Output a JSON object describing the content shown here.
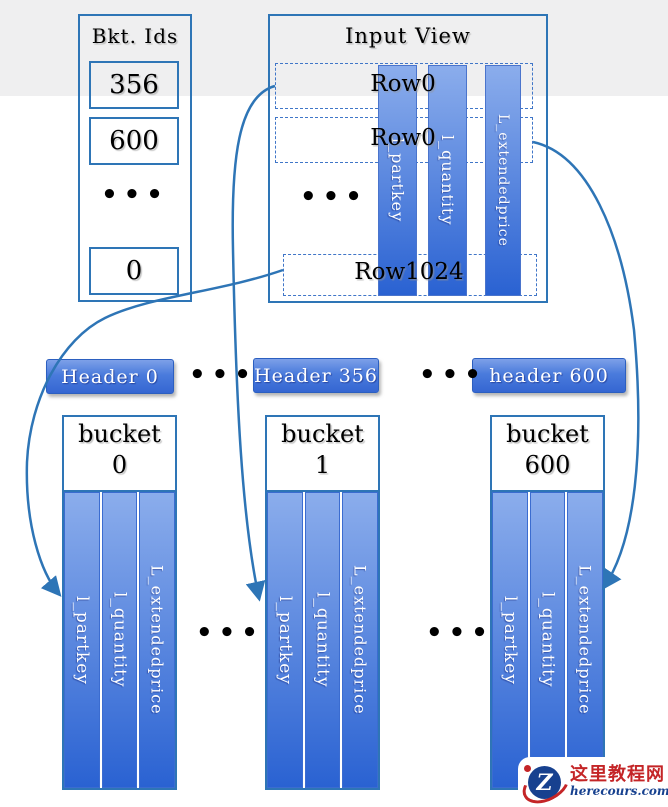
{
  "colors": {
    "accent_border": "#2e75b6",
    "dashed_border": "#4076c8",
    "curve_blue": "#2e75b6",
    "column_gradient_top": "#8badec",
    "column_gradient_bottom": "#2a62d2",
    "header_gradient_top": "#7da0e8",
    "header_gradient_bottom": "#3566d2",
    "gray_band": "#efeff0",
    "watermark_red": "#c42527",
    "watermark_navy": "#17418f"
  },
  "ellipsis": "•••",
  "bkt_ids": {
    "title": "Bkt. Ids",
    "ids": [
      "356",
      "600",
      "0"
    ]
  },
  "input_view": {
    "title": "Input View",
    "rows": [
      "Row0",
      "Row0",
      "Row1024"
    ],
    "columns": [
      "l_partkey",
      "l_quantity",
      "L_extendedprice"
    ]
  },
  "headers": {
    "items": [
      "Header 0",
      "Header 356",
      "header 600"
    ]
  },
  "buckets": {
    "label": "bucket",
    "ids": [
      "0",
      "1",
      "600"
    ],
    "columns": [
      "l_partkey",
      "l_quantity",
      "L_extendedprice"
    ]
  },
  "watermark": {
    "site_name": "这里教程网",
    "domain": "herecours.com",
    "logo_letter": "Z"
  }
}
